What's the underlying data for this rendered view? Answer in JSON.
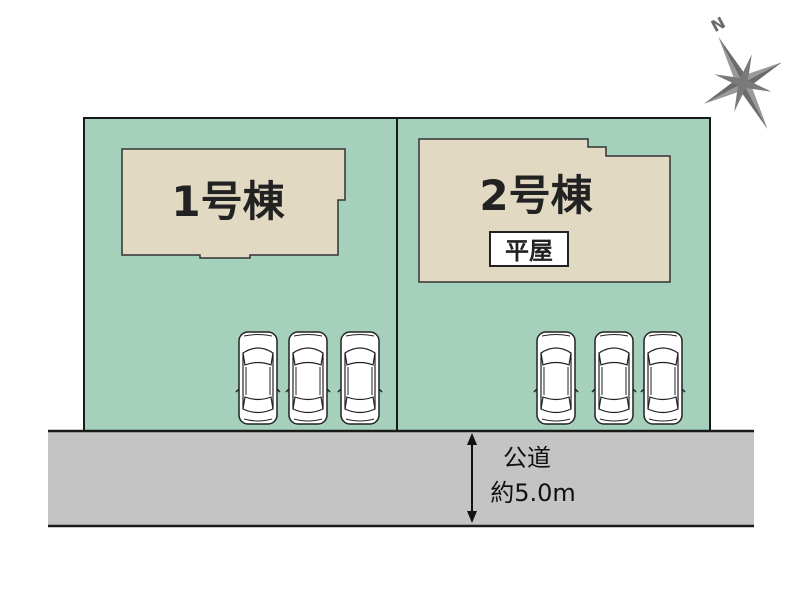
{
  "compass": {
    "label": "N",
    "icon": "compass-rose-icon"
  },
  "lots": [
    {
      "building_label": "1号棟",
      "parking_spaces": 3
    },
    {
      "building_label": "2号棟",
      "subtitle": "平屋",
      "parking_spaces": 3
    }
  ],
  "road": {
    "label": "公道",
    "width_label": "約5.0m"
  },
  "colors": {
    "lot": "#a4d0bc",
    "building": "#e2d9c3",
    "road": "#c4c4c4",
    "outline": "#1a1a1a",
    "compass": "#6b6b6b"
  }
}
